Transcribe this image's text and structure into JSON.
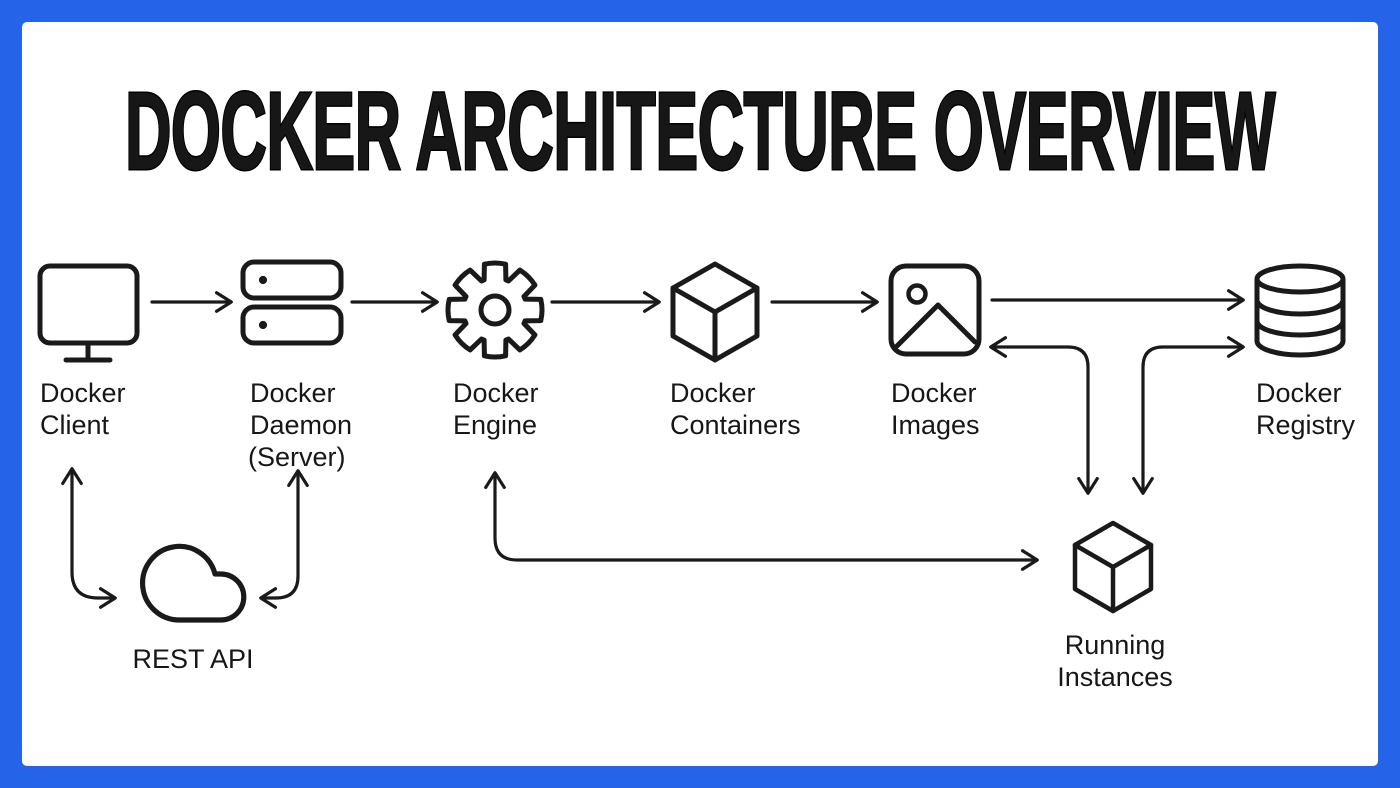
{
  "title": "DOCKER ARCHITECTURE OVERVIEW",
  "colors": {
    "frame": "#2563e8",
    "background": "#ffffff",
    "stroke": "#1a1a1a"
  },
  "nodes": {
    "client": {
      "lines": [
        "Docker",
        "Client"
      ]
    },
    "daemon": {
      "lines": [
        "Docker",
        "Daemon",
        "(Server)"
      ]
    },
    "engine": {
      "lines": [
        "Docker",
        "Engine"
      ]
    },
    "containers": {
      "lines": [
        "Docker",
        "Containers"
      ]
    },
    "images": {
      "lines": [
        "Docker",
        "Images"
      ]
    },
    "registry": {
      "lines": [
        "Docker",
        "Registry"
      ]
    },
    "rest_api": {
      "lines": [
        "REST API"
      ]
    },
    "running": {
      "lines": [
        "Running",
        "Instances"
      ]
    }
  },
  "connections": [
    {
      "from": "docker-client",
      "to": "docker-daemon",
      "direction": "one-way"
    },
    {
      "from": "docker-daemon",
      "to": "docker-engine",
      "direction": "one-way"
    },
    {
      "from": "docker-engine",
      "to": "docker-containers",
      "direction": "one-way"
    },
    {
      "from": "docker-containers",
      "to": "docker-images",
      "direction": "one-way"
    },
    {
      "from": "docker-images",
      "to": "docker-registry",
      "direction": "one-way"
    },
    {
      "from": "docker-images",
      "to": "running-instances",
      "direction": "two-way"
    },
    {
      "from": "docker-registry",
      "to": "running-instances",
      "direction": "two-way"
    },
    {
      "from": "docker-engine",
      "to": "running-instances",
      "direction": "two-way"
    },
    {
      "from": "docker-client",
      "to": "rest-api",
      "direction": "two-way"
    },
    {
      "from": "rest-api",
      "to": "docker-daemon",
      "direction": "two-way"
    }
  ]
}
